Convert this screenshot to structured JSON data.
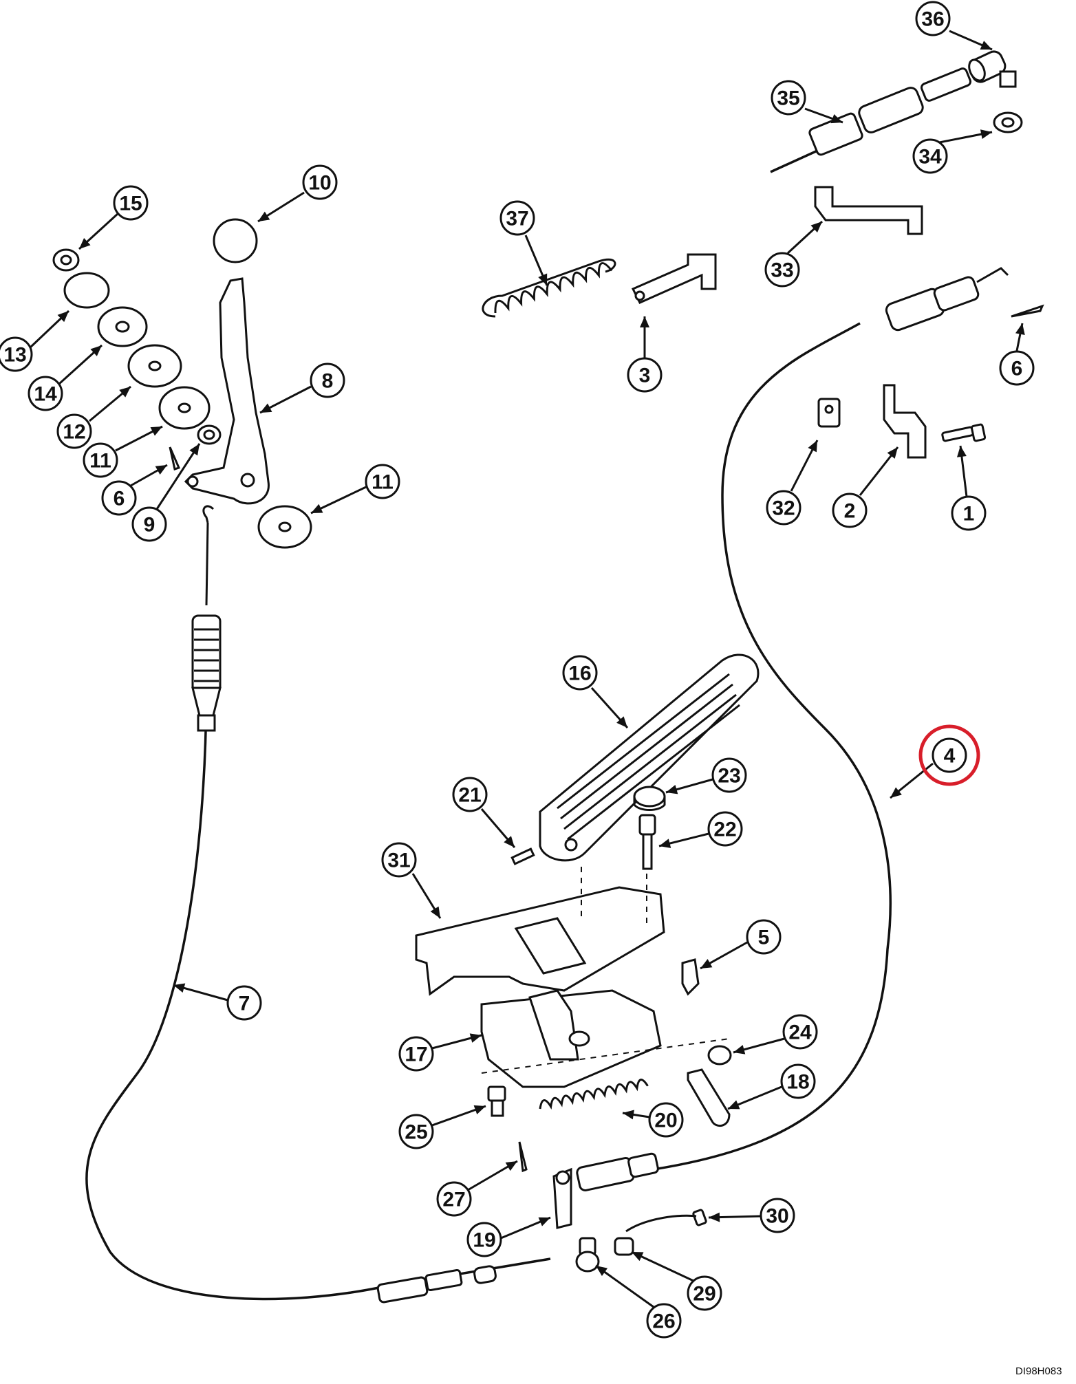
{
  "drawing": {
    "id": "DI98H083",
    "highlight_color": "#d81e2a",
    "highlighted_callout": "4"
  },
  "callouts": [
    {
      "label": "36"
    },
    {
      "label": "35"
    },
    {
      "label": "34"
    },
    {
      "label": "33"
    },
    {
      "label": "37"
    },
    {
      "label": "3"
    },
    {
      "label": "10"
    },
    {
      "label": "15"
    },
    {
      "label": "13"
    },
    {
      "label": "14"
    },
    {
      "label": "12"
    },
    {
      "label": "11"
    },
    {
      "label": "6"
    },
    {
      "label": "9"
    },
    {
      "label": "8"
    },
    {
      "label": "11"
    },
    {
      "label": "6"
    },
    {
      "label": "32"
    },
    {
      "label": "2"
    },
    {
      "label": "1"
    },
    {
      "label": "16"
    },
    {
      "label": "4"
    },
    {
      "label": "23"
    },
    {
      "label": "21"
    },
    {
      "label": "22"
    },
    {
      "label": "31"
    },
    {
      "label": "5"
    },
    {
      "label": "7"
    },
    {
      "label": "24"
    },
    {
      "label": "17"
    },
    {
      "label": "18"
    },
    {
      "label": "25"
    },
    {
      "label": "20"
    },
    {
      "label": "27"
    },
    {
      "label": "30"
    },
    {
      "label": "19"
    },
    {
      "label": "29"
    },
    {
      "label": "26"
    }
  ]
}
